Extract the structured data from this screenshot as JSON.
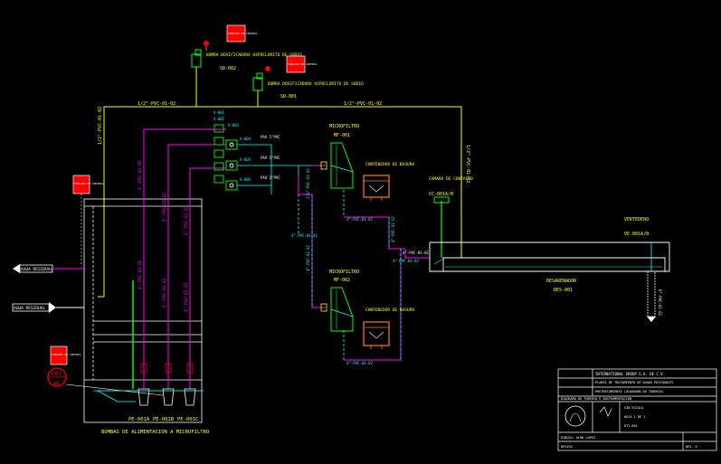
{
  "colors": {
    "background": "#000000",
    "cyan": "#00ffff",
    "magenta": "#ff00ff",
    "yellow": "#ffff00",
    "green": "#00ff00",
    "white": "#ffffff",
    "red": "#ff0000",
    "orange": "#ff8000",
    "gray": "#808080"
  },
  "labels": {
    "pump_sd002": "BOMBA DOSIFICADORA HIPOCLORITO DE SODIO",
    "pump_sd002_tag": "SD-002",
    "pump_sd001": "BOMBA DOSIFICADORA HIPOCLORITO DE SODIO",
    "pump_sd001_tag": "SD-001",
    "alarm_1": "TABLERO DE CONTROL",
    "alarm_2": "TABLERO DE CONTROL",
    "alarm_3": "TABLERO DE CONTROL",
    "alarm_4": "TABLERO DE CONTROL",
    "line_top_left": "1/2\"-PVC-01-02",
    "line_top_right": "1/2\"-PVC-01-02",
    "line_vert_left": "1/2\"-PVC-01-02",
    "line_vert_right": "1/2\"-PVC-01-02",
    "mf001_title": "MICROFILTRO",
    "mf001_tag": "MF-001",
    "mf001_container": "CONTENEDOR DE BASURA",
    "mf002_title": "MICROFILTRO",
    "mf002_tag": "MF-002",
    "mf002_container": "CONTENEDOR DE BASURA",
    "chamber_title": "CAMARA DE CONTACTO",
    "chamber_tag": "CC-001A/B",
    "outfall_title": "VERTEDERO",
    "outfall_tag": "VE-001A/B",
    "desarenador": "DESARENADOR",
    "desarenador_tag": "DES-001",
    "pumps_title": "BOMBAS DE ALIMENTACION A MICROFILTRO",
    "pump_tag_a": "PE-001A",
    "pump_tag_b": "PE-001B",
    "pump_tag_c": "PE-001C",
    "indicator_tag": "001",
    "indicator_sub": "AE",
    "inlet_top": "AGUA RESIDUAL",
    "inlet_bottom": "AGUA RESIDUAL",
    "line_mid_1": "1/2\"-PVC-01-02",
    "line_mid_2": "4\"-PVC-01-02",
    "line_mid_3": "4\"-PVC-01-02",
    "line_mid_4": "4\"-PVC-01-02",
    "line_mid_5": "4\"-PVC-01-02",
    "line_mid_6": "4\"-PVC-01-02",
    "line_mid_7": "4\"-PVC-01-02",
    "line_right_1": "4\"-PVC-01-02",
    "line_right_2": "6\"-PVC-01-02",
    "valve_tags": [
      "V-001",
      "V-002",
      "V-003",
      "V-004",
      "V-005",
      "V-006"
    ],
    "feed_1": "PAV 1\"PVC",
    "feed_2": "PAV 1\"PVC",
    "feed_3": "PAV 1\"PVC",
    "vline_1": "4\"-PVC-01-02",
    "vline_2": "4\"-PVC-01-02",
    "vline_3": "4\"-PVC-01-02",
    "vline_4": "4\"-PVC-01-02",
    "vline_5": "4\"-PVC-01-02",
    "vline_6": "4\"-PVC-01-02"
  },
  "title_block": {
    "company": "INTERNATIONAL GROUP S.A. DE C.V.",
    "project_1": "PLANTA DE TRATAMIENTO DE AGUAS RESIDUALES",
    "project_2": "PRETRATAMIENTO (DIAGRAMA DE TUBERIA)",
    "drawing_title": "DIAGRAMA DE TUBERIA E INSTRUMENTACION",
    "scale_label": "SIN ESCALA",
    "sheet_label": "HOJA 1 DE 1",
    "dwg_number": "DTI-001",
    "footer_1": "DIBUJO: ALMA LOPEZ",
    "footer_2": "REVISO",
    "rev": "REV. 0"
  }
}
